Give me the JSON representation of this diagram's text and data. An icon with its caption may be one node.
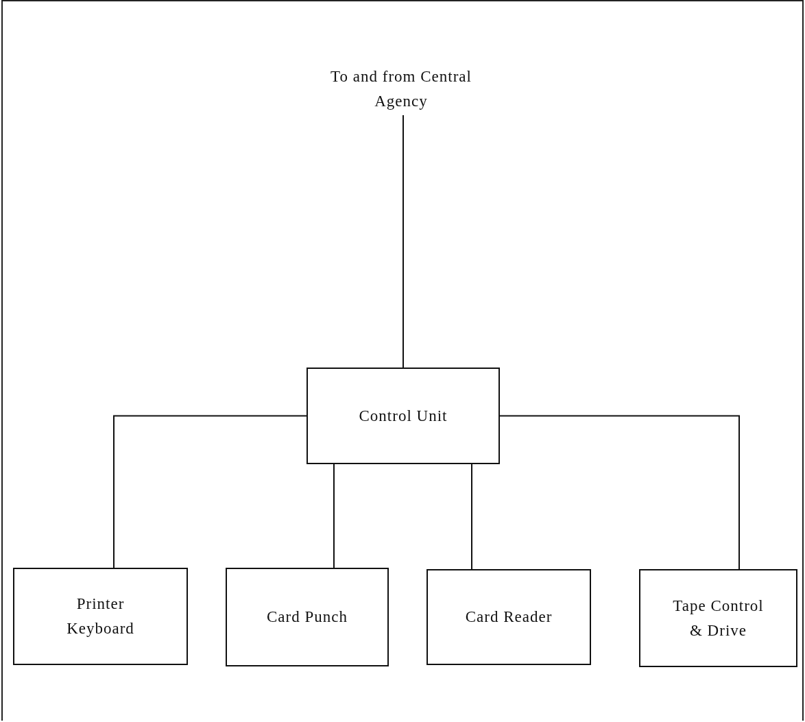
{
  "diagram": {
    "nodes": [
      {
        "text": [
          "To and from Central Agency"
        ]
      },
      {
        "text": [
          "Control Unit"
        ]
      },
      {
        "text": [
          "Printer Keyboard"
        ]
      },
      {
        "text": [
          "Card Punch"
        ]
      },
      {
        "text": [
          "Card Reader"
        ]
      },
      {
        "text": [
          "Tape Control & Drive"
        ]
      }
    ],
    "edges": [
      {
        "from": 0,
        "to": 1,
        "arrow": "none"
      },
      {
        "from": 1,
        "to": 2,
        "arrow": "none"
      },
      {
        "from": 1,
        "to": 3,
        "arrow": "none"
      },
      {
        "from": 1,
        "to": 4,
        "arrow": "none"
      },
      {
        "from": 1,
        "to": 5,
        "arrow": "none"
      }
    ]
  }
}
